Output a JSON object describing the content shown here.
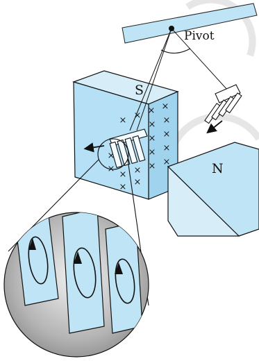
{
  "labels": {
    "pivot": "Pivot",
    "south_pole": "S",
    "north_pole": "N",
    "field_mark": "×"
  },
  "colors": {
    "magnet_light": "#cfe9f6",
    "magnet_face": "#a9dcf2",
    "plate": "#bfe4f5",
    "outline": "#111111",
    "watermark": "#d6d6d6"
  }
}
